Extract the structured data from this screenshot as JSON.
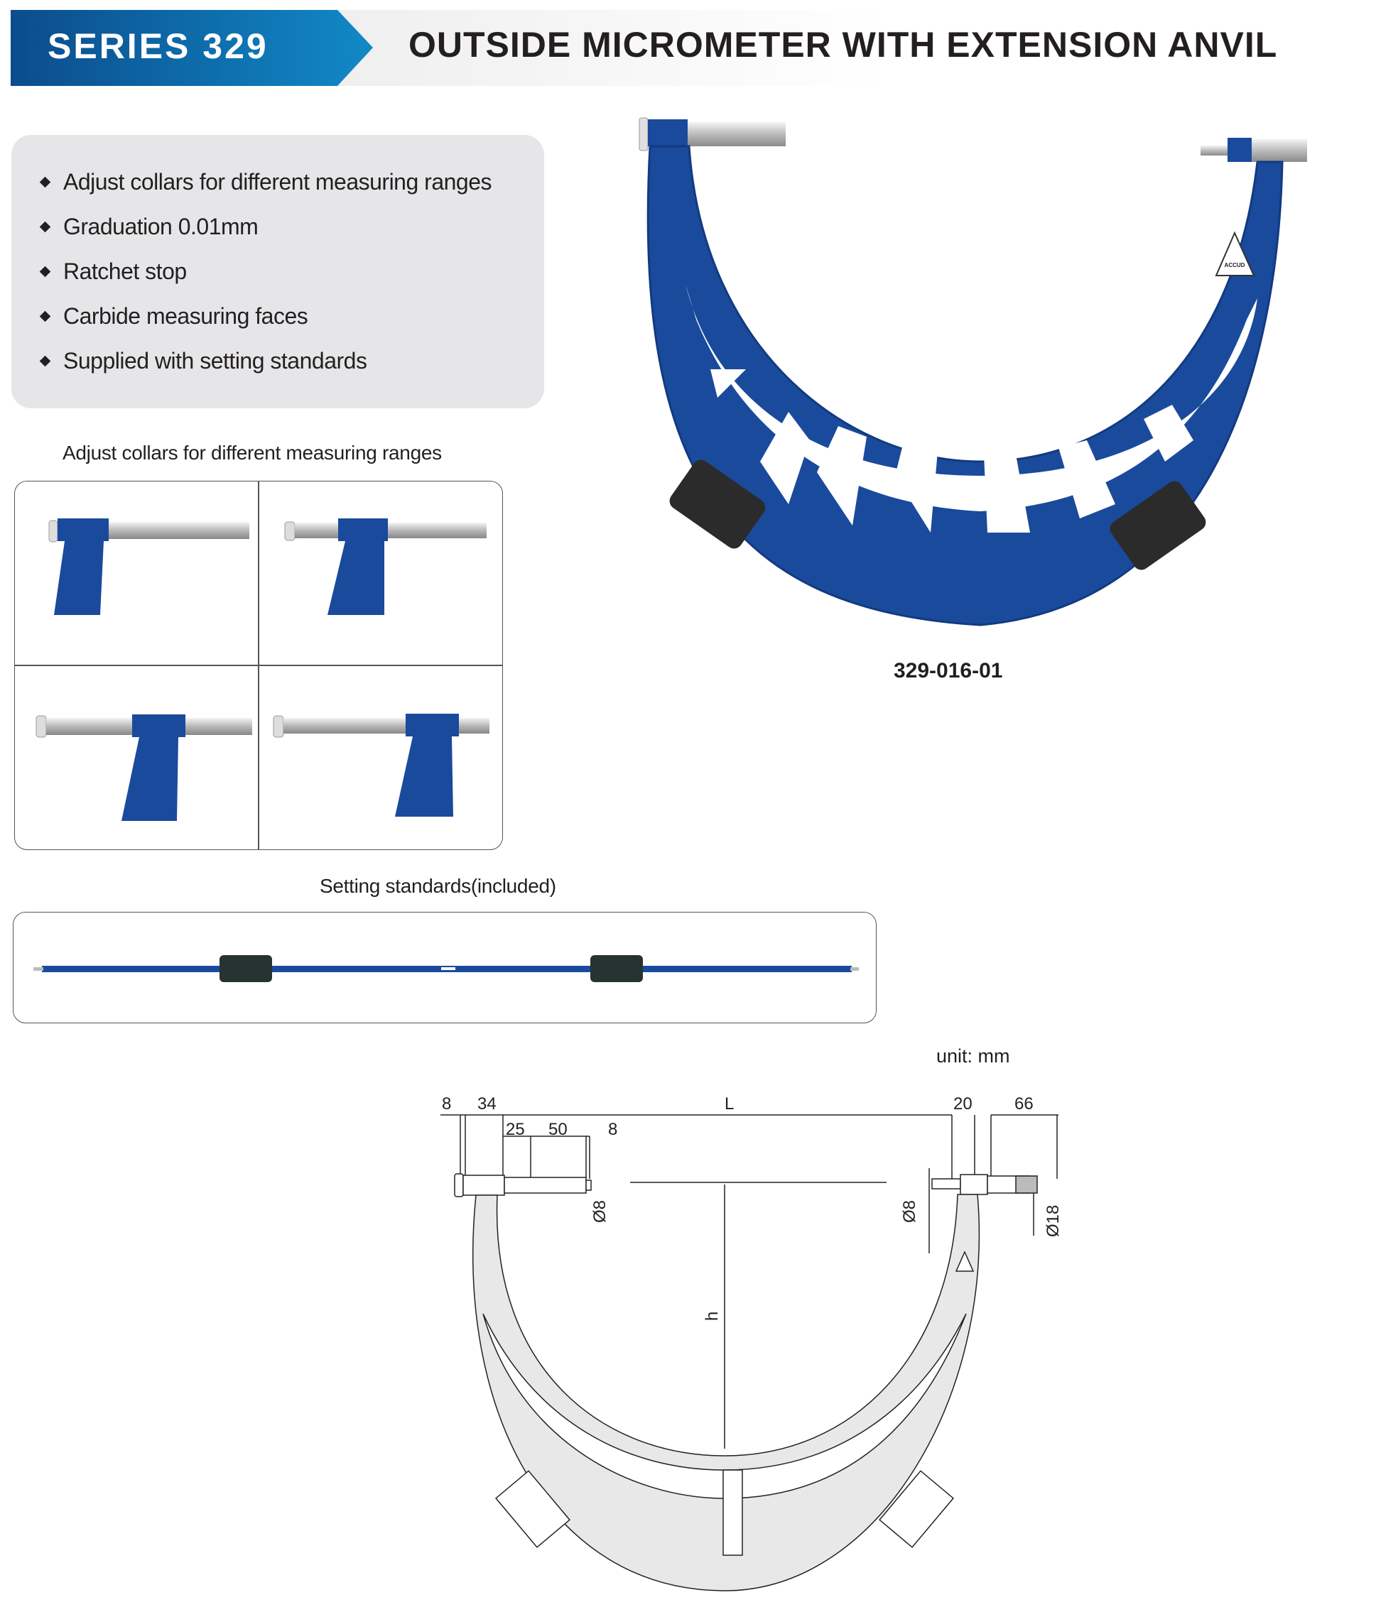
{
  "header": {
    "series": "SERIES 329",
    "title": "OUTSIDE MICROMETER WITH EXTENSION ANVIL"
  },
  "features": [
    "Adjust collars for different measuring ranges",
    "Graduation 0.01mm",
    "Ratchet stop",
    "Carbide measuring faces",
    "Supplied with setting standards"
  ],
  "collars_caption": "Adjust collars for different measuring ranges",
  "product": {
    "part_number": "329-016-01",
    "brand_mark": "ACCUD"
  },
  "standards_caption": "Setting standards(included)",
  "drawing": {
    "unit": "unit: mm",
    "dims": {
      "d8a": "8",
      "d34": "34",
      "L": "L",
      "d20": "20",
      "d66": "66",
      "d25": "25",
      "d50": "50",
      "d8b": "8",
      "dia8_left": "Ø8",
      "dia8_right": "Ø8",
      "dia18": "Ø18",
      "h": "h"
    }
  },
  "colors": {
    "brand_blue": "#1a4a9c",
    "banner_blue": "#0b4c8c"
  }
}
